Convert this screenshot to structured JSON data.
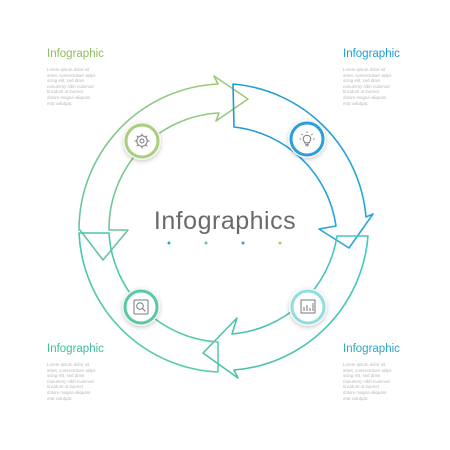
{
  "center": {
    "title": "Infographics",
    "dot_colors": [
      "#29a6dd",
      "#5dc6a6",
      "#33a3c7",
      "#a8c77a"
    ]
  },
  "steps": [
    {
      "id": "tl",
      "title": "Infographic",
      "icon": "gear-icon",
      "color": "#8dbd62",
      "body": [
        "Lorem ipsum dolor sit",
        "amet, consectetuer adipi-",
        "scing elit, sed diam",
        "nonummy nibh euismod",
        "tincidunt ut laoreet",
        "dolore magna aliquam",
        "erat volutpat."
      ]
    },
    {
      "id": "tr",
      "title": "Infographic",
      "icon": "lightbulb-icon",
      "color": "#1e9cd7",
      "body": [
        "Lorem ipsum dolor sit",
        "amet, consectetuer adipi-",
        "scing elit, sed diam",
        "nonummy nibh euismod",
        "tincidunt ut laoreet",
        "dolore magna aliquam",
        "erat volutpat."
      ]
    },
    {
      "id": "br",
      "title": "Infographic",
      "icon": "bar-chart-icon",
      "color": "#2ba7c4",
      "body": [
        "Lorem ipsum dolor sit",
        "amet, consectetuer adipi-",
        "scing elit, sed diam",
        "nonummy nibh euismod",
        "tincidunt ut laoreet",
        "dolore magna aliquam",
        "erat volutpat."
      ]
    },
    {
      "id": "bl",
      "title": "Infographic",
      "icon": "magnifier-icon",
      "color": "#3cbf9a",
      "body": [
        "Lorem ipsum dolor sit",
        "amet, consectetuer adipi-",
        "scing elit, sed diam",
        "nonummy nibh euismod",
        "tincidunt ut laoreet",
        "dolore magna aliquam",
        "erat volutpat."
      ]
    }
  ]
}
